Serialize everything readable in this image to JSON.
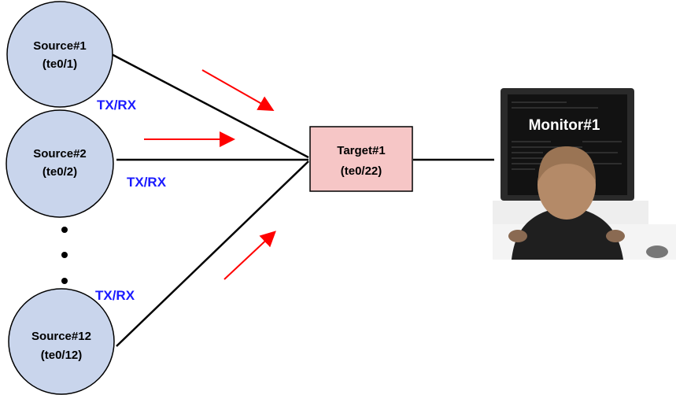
{
  "sources": [
    {
      "name": "Source#1",
      "port": "(te0/1)"
    },
    {
      "name": "Source#2",
      "port": "(te0/2)"
    },
    {
      "name": "Source#12",
      "port": "(te0/12)"
    }
  ],
  "link_labels": [
    "TX/RX",
    "TX/RX",
    "TX/RX"
  ],
  "target": {
    "name": "Target#1",
    "port": "(te0/22)"
  },
  "monitor": {
    "name": "Monitor#1"
  },
  "colors": {
    "source_fill": "#c9d5ec",
    "target_fill": "#f6c6c6",
    "arrow": "#ff0000",
    "txrx_text": "#1a1aff",
    "screen": "#1a1a1a"
  },
  "icons": {
    "monitor": "person-at-computer-icon",
    "ellipsis": "vertical-dots-icon"
  }
}
